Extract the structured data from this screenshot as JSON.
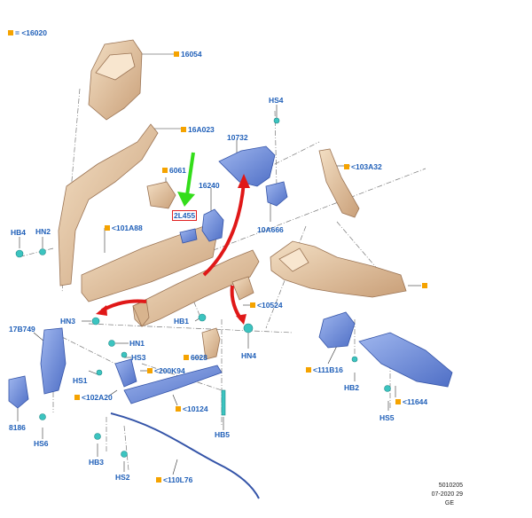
{
  "legend": {
    "text": "= <16020"
  },
  "callouts": {
    "p16054": "16054",
    "p16A023": "16A023",
    "p6061": "6061",
    "p2L455": "2L455",
    "p16240": "16240",
    "p10732": "10732",
    "pHS4": "HS4",
    "p10A666": "10A666",
    "p103A32": "<103A32",
    "p101A88": "<101A88",
    "pHB4": "HB4",
    "pHN2": "HN2",
    "pHN3": "HN3",
    "pHB1": "HB1",
    "p10524": "<10524",
    "p17B749": "17B749",
    "pHN1": "HN1",
    "pHS3": "HS3",
    "p200K94": "<200K94",
    "pHS1": "HS1",
    "p102A20": "<102A20",
    "p6028": "6028",
    "pHN4": "HN4",
    "p111B16": "<111B16",
    "pHB2": "HB2",
    "p11644": "<11644",
    "pHS5": "HS5",
    "p10124": "<10124",
    "p8186": "8186",
    "pHS6": "HS6",
    "pHB3": "HB3",
    "pHB5": "HB5",
    "pHS2": "HS2",
    "p110L76": "<110L76"
  },
  "footer": {
    "line1": "5010205",
    "line2": "07-2020 29",
    "line3": "GE"
  },
  "colors": {
    "label": "#1f5fb8",
    "marker": "#f5a300",
    "highlight": "#e02020",
    "steel": "#e8c9a4",
    "bracket": "#6f8fd8",
    "fastener": "#3cc4c0",
    "arrow_red": "#e01818",
    "arrow_green": "#33dd1a"
  }
}
